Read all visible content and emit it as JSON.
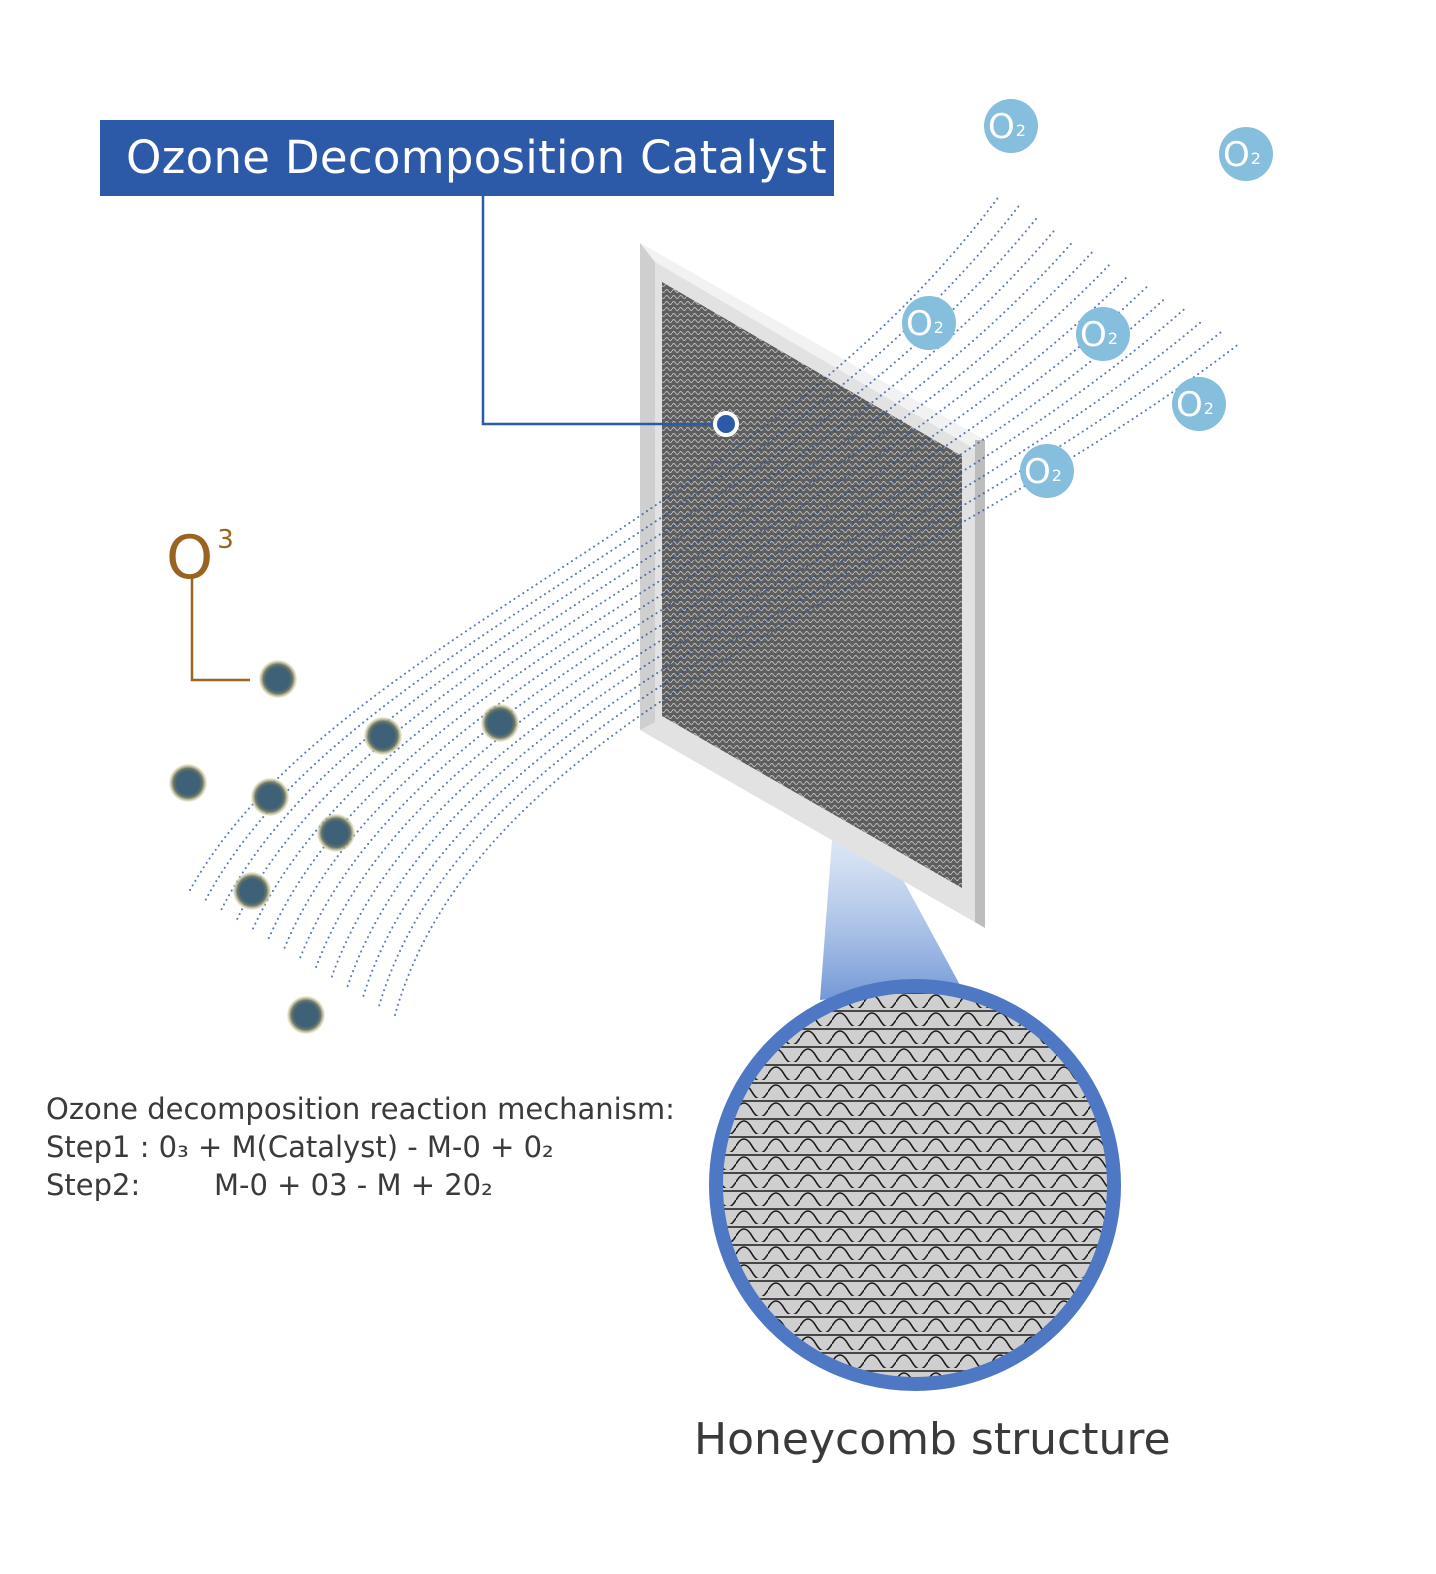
{
  "title": "Ozone Decomposition Catalyst",
  "o3_label": {
    "base": "O",
    "sup": "3"
  },
  "o2_molecule": {
    "base": "O",
    "sub": "2"
  },
  "mechanism": {
    "heading": "Ozone decomposition reaction mechanism:",
    "step1": "Step1 : 0₃ + M(Catalyst) - M-0 + 0₂",
    "step2_label": "Step2:",
    "step2_formula": "M-0 + 03 - M + 20₂"
  },
  "honeycomb_label": "Honeycomb structure",
  "colors": {
    "title_background": "#2c5aa8",
    "o3_accent": "#9a6420",
    "o3_particle": "#3f6177",
    "o2_particle": "#86bedd",
    "airflow": "#1f4ea0",
    "lens_ring": "#4f78c4",
    "filter_frame": "#dedede",
    "filter_mesh": "#5a5a5a"
  }
}
